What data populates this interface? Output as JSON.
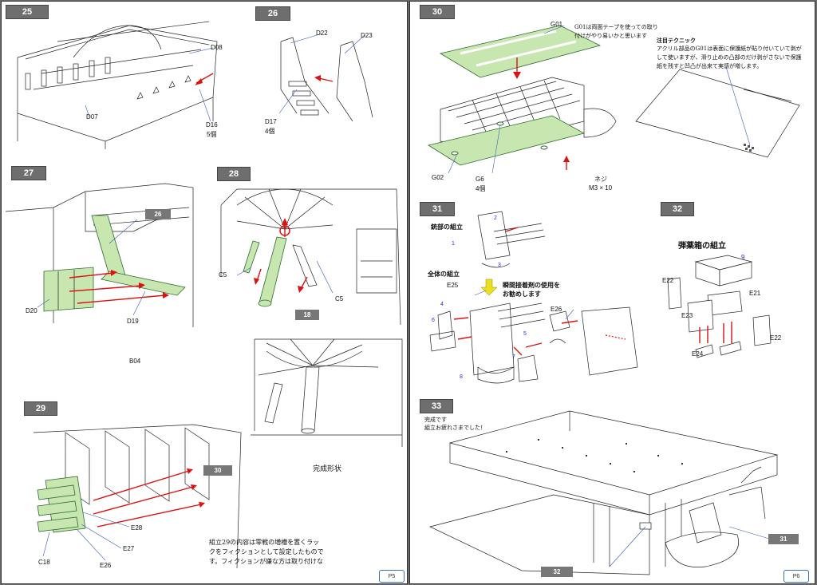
{
  "pages": {
    "left": {
      "page_number": "P5",
      "steps": {
        "s25": {
          "number": "25",
          "parts": {
            "d08": "D08",
            "d07": "D07",
            "d16": "D16",
            "d16_qty": "5個"
          }
        },
        "s26": {
          "number": "26",
          "parts": {
            "d22": "D22",
            "d23": "D23",
            "d17": "D17",
            "d17_qty": "4個"
          }
        },
        "s27": {
          "number": "27",
          "callout": "26",
          "parts": {
            "d20": "D20",
            "d19": "D19",
            "b04": "B04"
          }
        },
        "s28": {
          "number": "28",
          "callout": "18",
          "parts": {
            "c5a": "C5",
            "c5b": "C5"
          },
          "finished": "完成形状"
        },
        "s29": {
          "number": "29",
          "callout": "30",
          "parts": {
            "e28": "E28",
            "e27": "E27",
            "e26": "E26",
            "c18": "C18"
          },
          "note": [
            "組立29の内容は零戦の増槽を置くラッ",
            "クをフィクションとして設定したもので",
            "す。フィクションが嫌な方は取り付けな"
          ]
        }
      }
    },
    "right": {
      "page_number": "P6",
      "steps": {
        "s30": {
          "number": "30",
          "note": [
            "G01は両面テープを使っての取り",
            "付けがやり易いかと思います"
          ],
          "technique_title": "注目テクニック",
          "technique": [
            "アクリル部品のG01は表面に保護紙が貼り付いていて剥が",
            "して使いますが、滑り止めの凸部のだけ剥がさないで保護",
            "紙を残すと凹凸が出来て実感が増します。"
          ],
          "parts": {
            "g01": "G01",
            "g02": "G02",
            "g6": "G6",
            "g6_qty": "4個",
            "screw": "ネジ",
            "screw_size": "M3 × 10"
          }
        },
        "s31": {
          "number": "31",
          "sub_barrel": "銃部の組立",
          "sub_whole": "全体の組立",
          "glue_note": [
            "瞬間接着剤の使用を",
            "お勧めします"
          ],
          "parts": {
            "e25": "E25",
            "e26": "E26"
          },
          "nums": [
            "1",
            "2",
            "3",
            "4",
            "5",
            "6",
            "7",
            "8"
          ]
        },
        "s32": {
          "number": "32",
          "title": "弾薬箱の組立",
          "parts": {
            "n9": "9",
            "e22a": "E22",
            "e21": "E21",
            "e23": "E23",
            "e22b": "E22",
            "e24": "E24"
          }
        },
        "s33": {
          "number": "33",
          "done": [
            "完成です",
            "組立お疲れさまでした！"
          ],
          "callout31": "31",
          "callout32": "32"
        }
      }
    }
  },
  "colors": {
    "part_green": "#c7e6b0",
    "arrow_red": "#dd1111",
    "step_gray": "#6e6e6e",
    "arrow_yellow": "#e8e020"
  }
}
